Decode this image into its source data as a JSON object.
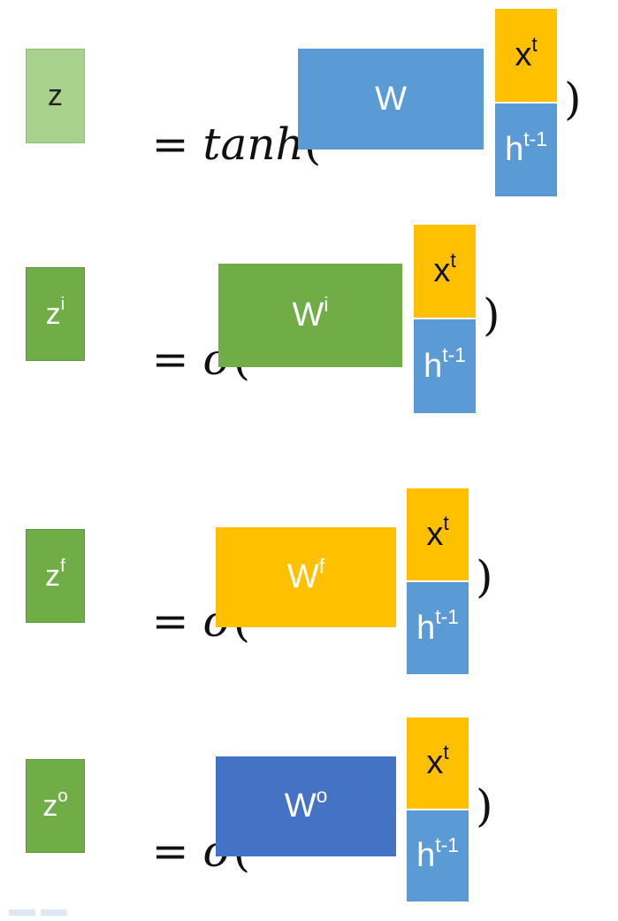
{
  "rows": [
    {
      "z_base": "z",
      "z_sup": "",
      "equals": "=",
      "func": "tanh",
      "open_paren": "(",
      "w_base": "W",
      "w_sup": "",
      "x_base": "x",
      "x_sup": "t",
      "h_base": "h",
      "h_sup": "t-1",
      "close_paren": ")"
    },
    {
      "z_base": "z",
      "z_sup": "i",
      "equals": "=",
      "func": "σ",
      "open_paren": "(",
      "w_base": "W",
      "w_sup": "i",
      "x_base": "x",
      "x_sup": "t",
      "h_base": "h",
      "h_sup": "t-1",
      "close_paren": ")"
    },
    {
      "z_base": "z",
      "z_sup": "f",
      "equals": "=",
      "func": "σ",
      "open_paren": "(",
      "w_base": "W",
      "w_sup": "f",
      "x_base": "x",
      "x_sup": "t",
      "h_base": "h",
      "h_sup": "t-1",
      "close_paren": ")"
    },
    {
      "z_base": "z",
      "z_sup": "o",
      "equals": "=",
      "func": "σ",
      "open_paren": "(",
      "w_base": "W",
      "w_sup": "o",
      "x_base": "x",
      "x_sup": "t",
      "h_base": "h",
      "h_sup": "t-1",
      "close_paren": ")"
    }
  ],
  "colors": {
    "z_light_green": "#a9d18e",
    "z_green": "#70ad47",
    "w_light_blue": "#5b9bd5",
    "w_green": "#70ad47",
    "w_yellow": "#ffc000",
    "w_blue": "#4472c4",
    "x_yellow": "#ffc000",
    "h_blue": "#5b9bd5"
  }
}
